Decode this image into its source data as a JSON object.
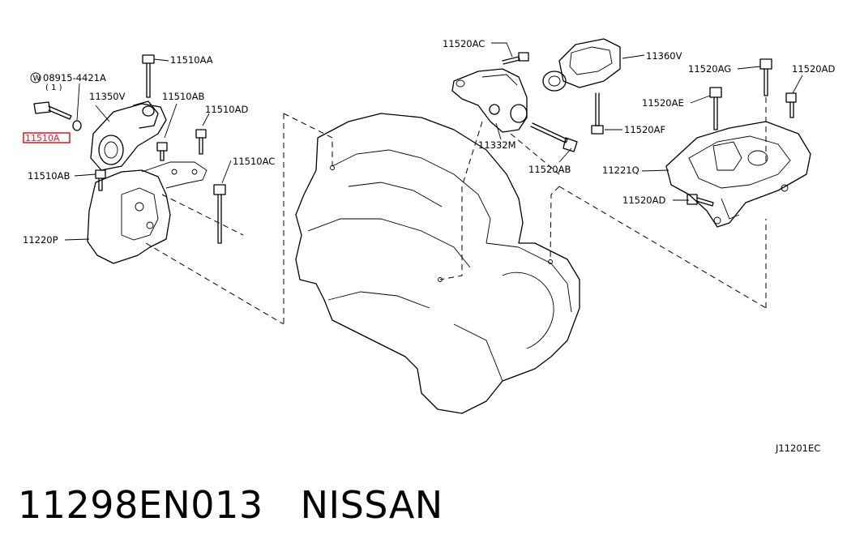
{
  "labels": {
    "p11520ac_top": "11520AC",
    "p11360v": "11360V",
    "p11520ag": "11520AG",
    "p11520ad_right": "11520AD",
    "p11520ae": "11520AE",
    "p11520af": "11520AF",
    "p11332m": "11332M",
    "p11520ab": "11520AB",
    "p11221q": "11221Q",
    "p11520ad_low": "11520AD",
    "p08915": "08915-4421A",
    "p08915_qty": "( 1 )",
    "p11510aa": "11510AA",
    "p11350v": "11350V",
    "p11510ab_top": "11510AB",
    "p11510ad": "11510AD",
    "p11510a": "11510A",
    "p11510ac": "11510AC",
    "p11510ab_left": "11510AB",
    "p11220p": "11220P",
    "drawing_code": "J11201EC"
  },
  "caption": {
    "part_number": "11298EN013",
    "brand": "NISSAN"
  },
  "highlight_color": "#e8202a"
}
